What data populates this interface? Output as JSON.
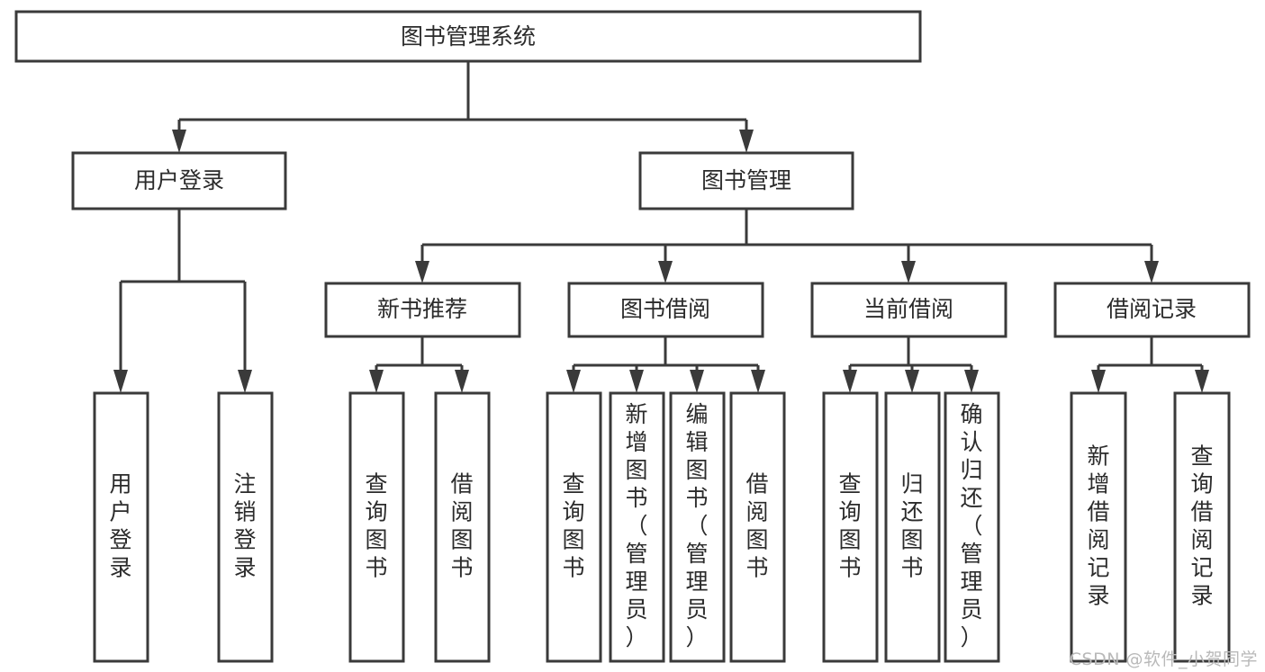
{
  "diagram": {
    "title": "图书管理系统",
    "type": "tree-hierarchy-diagram",
    "colors": {
      "box_stroke": "#3a3a3a",
      "box_fill": "#ffffff",
      "connector": "#3a3a3a",
      "text": "#2b2b2b",
      "watermark": "#b9b9b9",
      "background": "#ffffff"
    },
    "root": {
      "label": "图书管理系统"
    },
    "level2": [
      {
        "label": "用户登录"
      },
      {
        "label": "图书管理"
      }
    ],
    "level3": [
      {
        "label": "新书推荐"
      },
      {
        "label": "图书借阅"
      },
      {
        "label": "当前借阅"
      },
      {
        "label": "借阅记录"
      }
    ],
    "leaves": {
      "user_login": [
        {
          "label": "用户登录"
        },
        {
          "label": "注销登录"
        }
      ],
      "new_book_recommend": [
        {
          "label": "查询图书"
        },
        {
          "label": "借阅图书"
        }
      ],
      "book_borrow": [
        {
          "label": "查询图书"
        },
        {
          "label": "新增图书（管理员）"
        },
        {
          "label": "编辑图书（管理员）"
        },
        {
          "label": "借阅图书"
        }
      ],
      "current_borrow": [
        {
          "label": "查询图书"
        },
        {
          "label": "归还图书"
        },
        {
          "label": "确认归还（管理员）"
        }
      ],
      "borrow_record": [
        {
          "label": "新增借阅记录"
        },
        {
          "label": "查询借阅记录"
        }
      ]
    }
  },
  "watermark": {
    "text": "CSDN @软件_小贺同学"
  }
}
